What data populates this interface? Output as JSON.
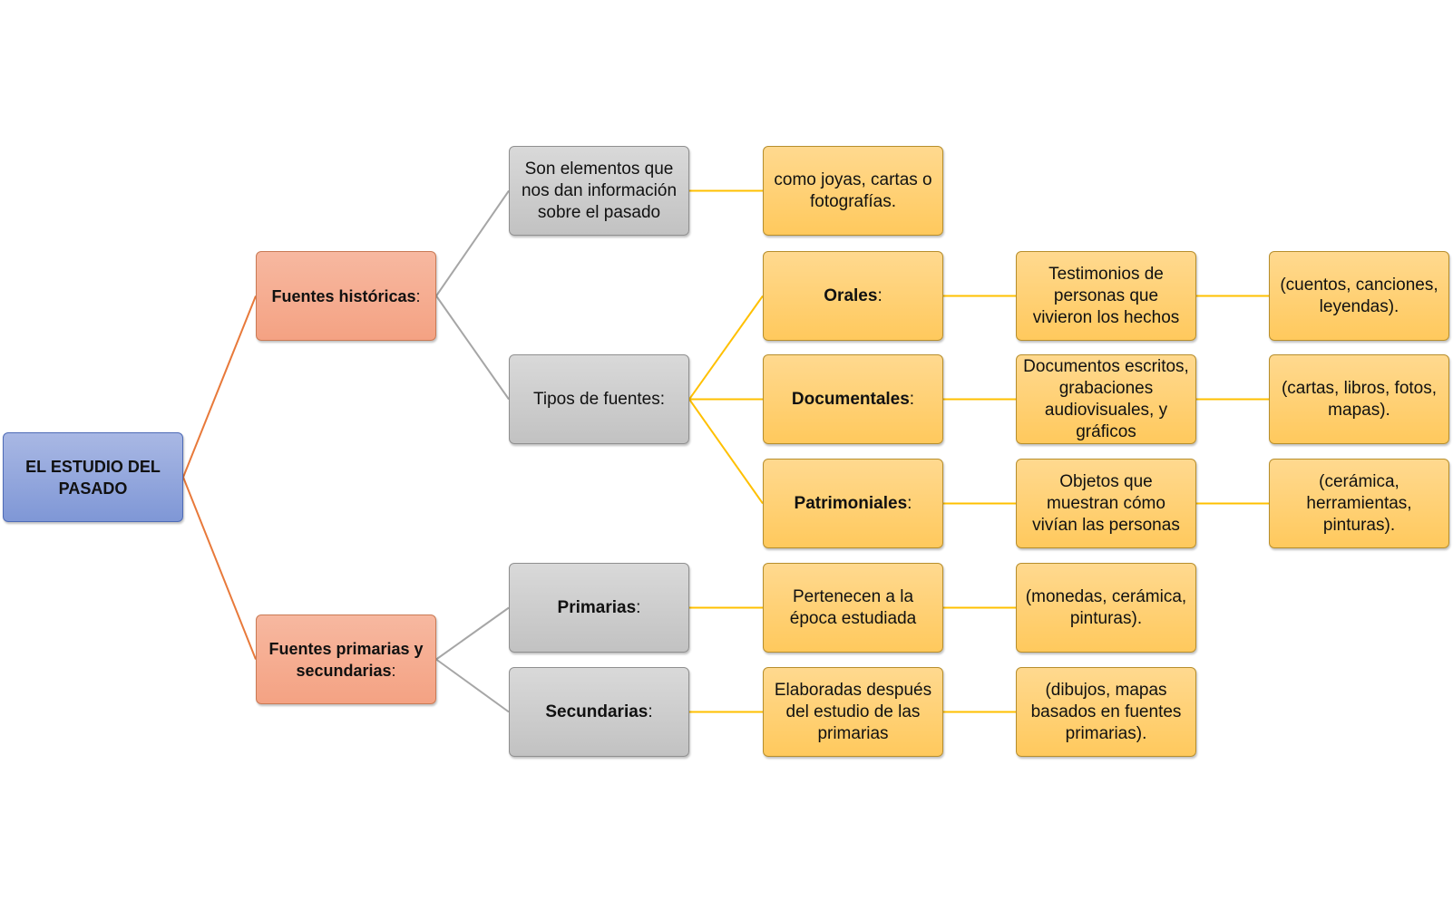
{
  "diagram": {
    "root": {
      "label": "EL ESTUDIO DEL PASADO"
    },
    "historicas": {
      "bold": "Fuentes históricas",
      "rest": ":"
    },
    "son_elementos": {
      "label": "Son elementos que nos dan información sobre el pasado"
    },
    "como_joyas": {
      "label": "como joyas, cartas o fotografías."
    },
    "tipos": {
      "label": "Tipos de fuentes:"
    },
    "orales": {
      "bold": "Orales",
      "rest": ":"
    },
    "orales_desc": {
      "label": "Testimonios de personas que vivieron los hechos"
    },
    "orales_ej": {
      "label": "(cuentos, canciones, leyendas)."
    },
    "documentales": {
      "bold": "Documentales",
      "rest": ":"
    },
    "documentales_desc": {
      "label": "Documentos escritos, grabaciones audiovisuales, y gráficos"
    },
    "documentales_ej": {
      "label": "(cartas, libros, fotos, mapas)."
    },
    "patrimoniales": {
      "bold": "Patrimoniales",
      "rest": ":"
    },
    "patrimoniales_desc": {
      "label": "Objetos que muestran cómo vivían las personas"
    },
    "patrimoniales_ej": {
      "label": "(cerámica, herramientas, pinturas)."
    },
    "primarias_secundarias": {
      "bold": "Fuentes primarias y secundarias",
      "rest": ":"
    },
    "primarias": {
      "bold": "Primarias",
      "rest": ":"
    },
    "primarias_desc": {
      "label": "Pertenecen a la época estudiada"
    },
    "primarias_ej": {
      "label": "(monedas, cerámica, pinturas)."
    },
    "secundarias": {
      "bold": "Secundarias",
      "rest": ":"
    },
    "secundarias_desc": {
      "label": "Elaboradas después del estudio de las primarias"
    },
    "secundarias_ej": {
      "label": "(dibujos, mapas basados en fuentes primarias)."
    }
  },
  "colors": {
    "connector_root": "#e8793a",
    "connector_gray": "#a6a6a6",
    "connector_gold": "#ffc000"
  }
}
